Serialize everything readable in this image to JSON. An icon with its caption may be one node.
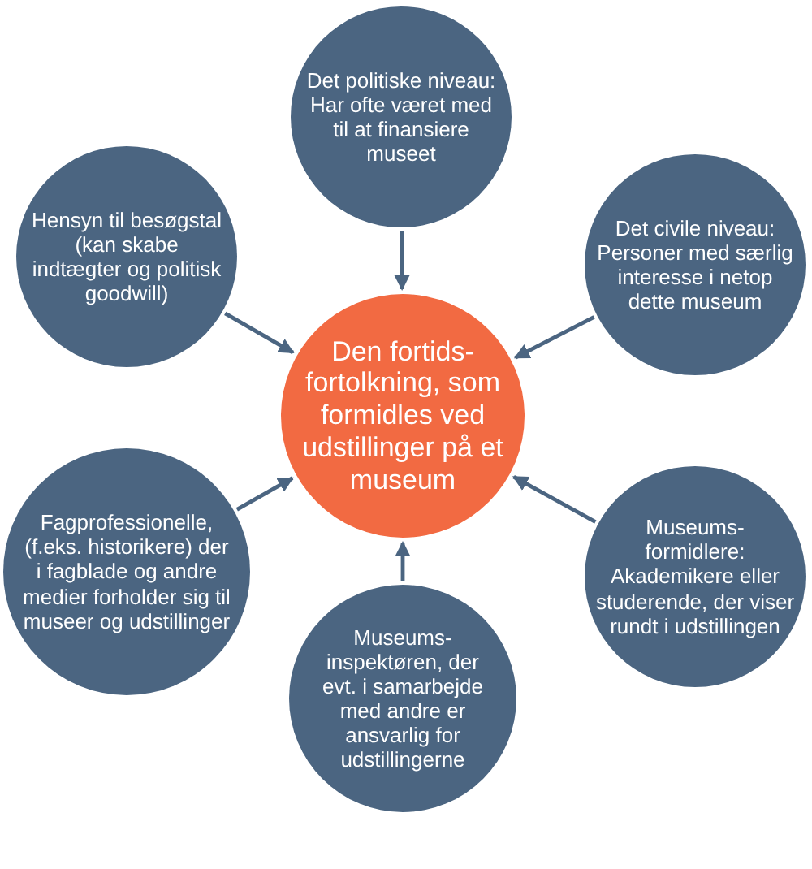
{
  "diagram": {
    "nodes": [
      {
        "text": [
          "Det politiske niveau: Har ofte været med til at finansiere museet"
        ]
      },
      {
        "text": [
          "Hensyn til besøgstal (kan skabe indtægter og politisk goodwill)"
        ]
      },
      {
        "text": [
          "Det civile niveau: Personer med særlig interesse i netop dette museum"
        ]
      },
      {
        "text": [
          "Den fortids- fortolkning, som formidles ved udstillinger på et museum"
        ]
      },
      {
        "text": [
          "Fagprofessionelle, (f.eks. historikere) der i fagblade og andre medier forholder sig til museer og udstillinger"
        ]
      },
      {
        "text": [
          "Museums- formidlere: Akademikere eller studerende, der viser rundt i udstillingen"
        ]
      },
      {
        "text": [
          "Museums- inspektøren, der evt. i samarbejde med andre er ansvarlig for udstillingerne"
        ]
      }
    ],
    "edges": [
      {
        "from": 0,
        "to": 3,
        "arrow": "to"
      },
      {
        "from": 1,
        "to": 3,
        "arrow": "to"
      },
      {
        "from": 2,
        "to": 3,
        "arrow": "to"
      },
      {
        "from": 4,
        "to": 3,
        "arrow": "to"
      },
      {
        "from": 5,
        "to": 3,
        "arrow": "to"
      },
      {
        "from": 6,
        "to": 3,
        "arrow": "to"
      }
    ]
  }
}
